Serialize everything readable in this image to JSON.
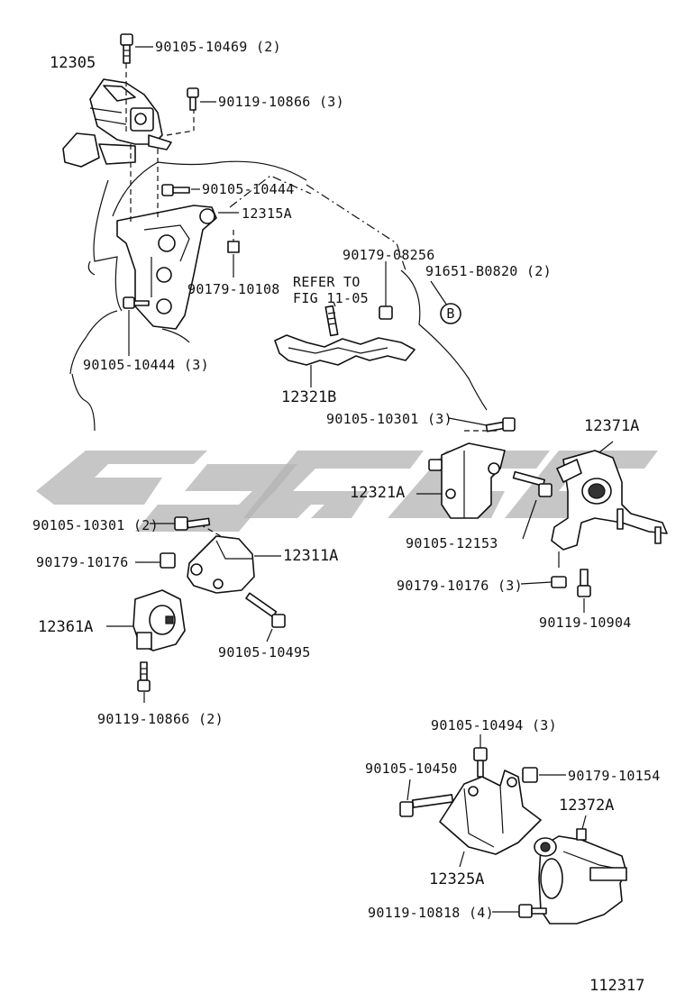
{
  "labels": {
    "p12305": "12305",
    "p90105_10469": "90105-10469 (2)",
    "p90119_10866_3": "90119-10866 (3)",
    "p90105_10444": "90105-10444",
    "p12315A": "12315A",
    "p90179_08256": "90179-08256",
    "p91651_B0820": "91651-B0820 (2)",
    "refer_line1": "REFER TO",
    "refer_line2": "FIG 11-05",
    "p90179_10108": "90179-10108",
    "callout_b": "B",
    "p90105_10444_3": "90105-10444 (3)",
    "p12321B": "12321B",
    "p90105_10301_3": "90105-10301 (3)",
    "p12371A": "12371A",
    "p12321A": "12321A",
    "p90105_12153": "90105-12153",
    "p90105_10301_2": "90105-10301 (2)",
    "p90179_10176": "90179-10176",
    "p12311A": "12311A",
    "p90179_10176_3": "90179-10176 (3)",
    "p12361A": "12361A",
    "p90119_10904": "90119-10904",
    "p90105_10495": "90105-10495",
    "p90119_10866_2": "90119-10866 (2)",
    "p90105_10494_3": "90105-10494 (3)",
    "p90105_10450": "90105-10450",
    "p90179_10154": "90179-10154",
    "p12372A": "12372A",
    "p12325A": "12325A",
    "p90119_10818_4": "90119-10818 (4)",
    "figure_no": "112317"
  },
  "colors": {
    "line": "#111111",
    "watermark": "#b3b3b3",
    "background": "#ffffff"
  }
}
